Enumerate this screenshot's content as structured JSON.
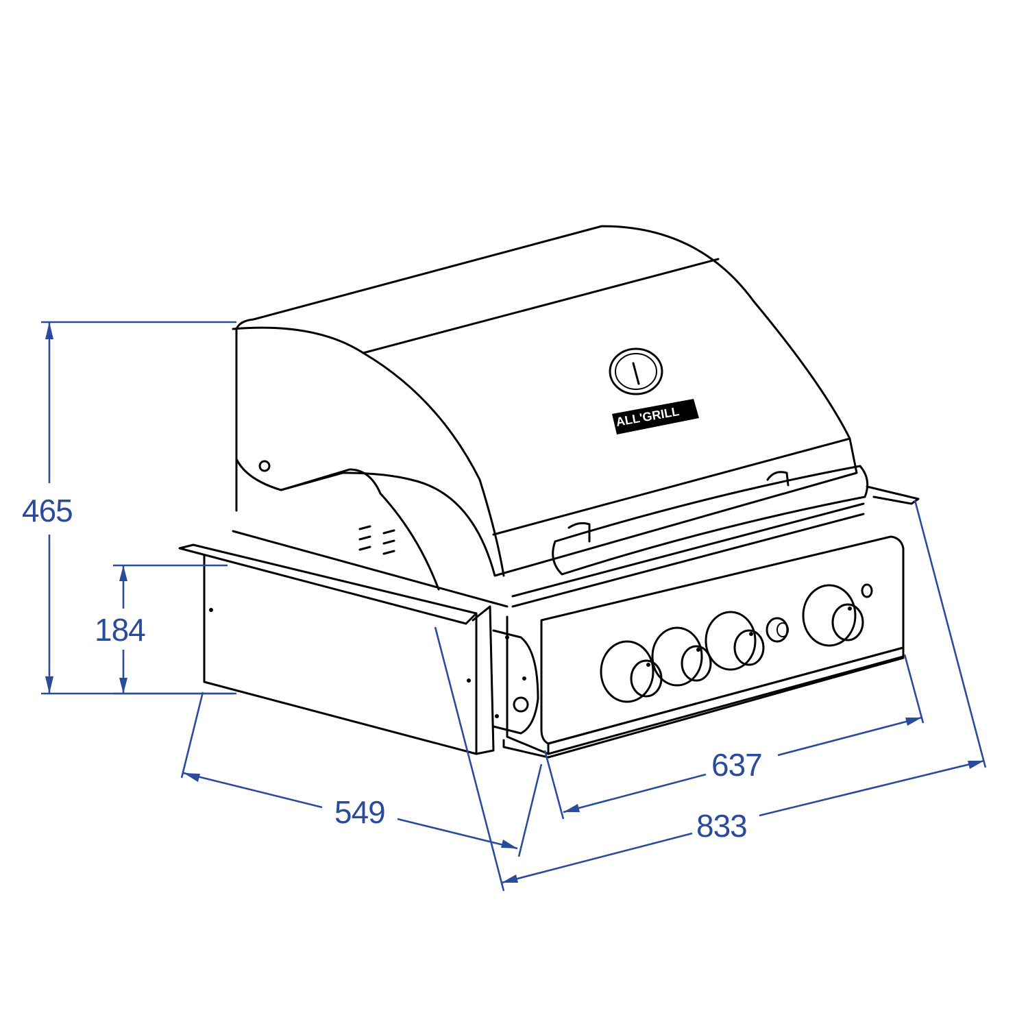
{
  "diagram": {
    "subject": "Built-in gas grill head with lid, control panel and side trim",
    "brand_badge": "ALL'GRILL",
    "dimension_color": "#2a4b9b",
    "line_color": "#000000",
    "units": "mm",
    "dimensions": {
      "height_total": "465",
      "height_front": "184",
      "depth": "549",
      "width_front": "637",
      "width_total": "833"
    },
    "components": [
      "lid",
      "lid handle",
      "thermometer",
      "brand badge",
      "control panel",
      "4 control knobs",
      "igniter button",
      "indicator light",
      "side trim panel",
      "mounting bracket"
    ]
  }
}
